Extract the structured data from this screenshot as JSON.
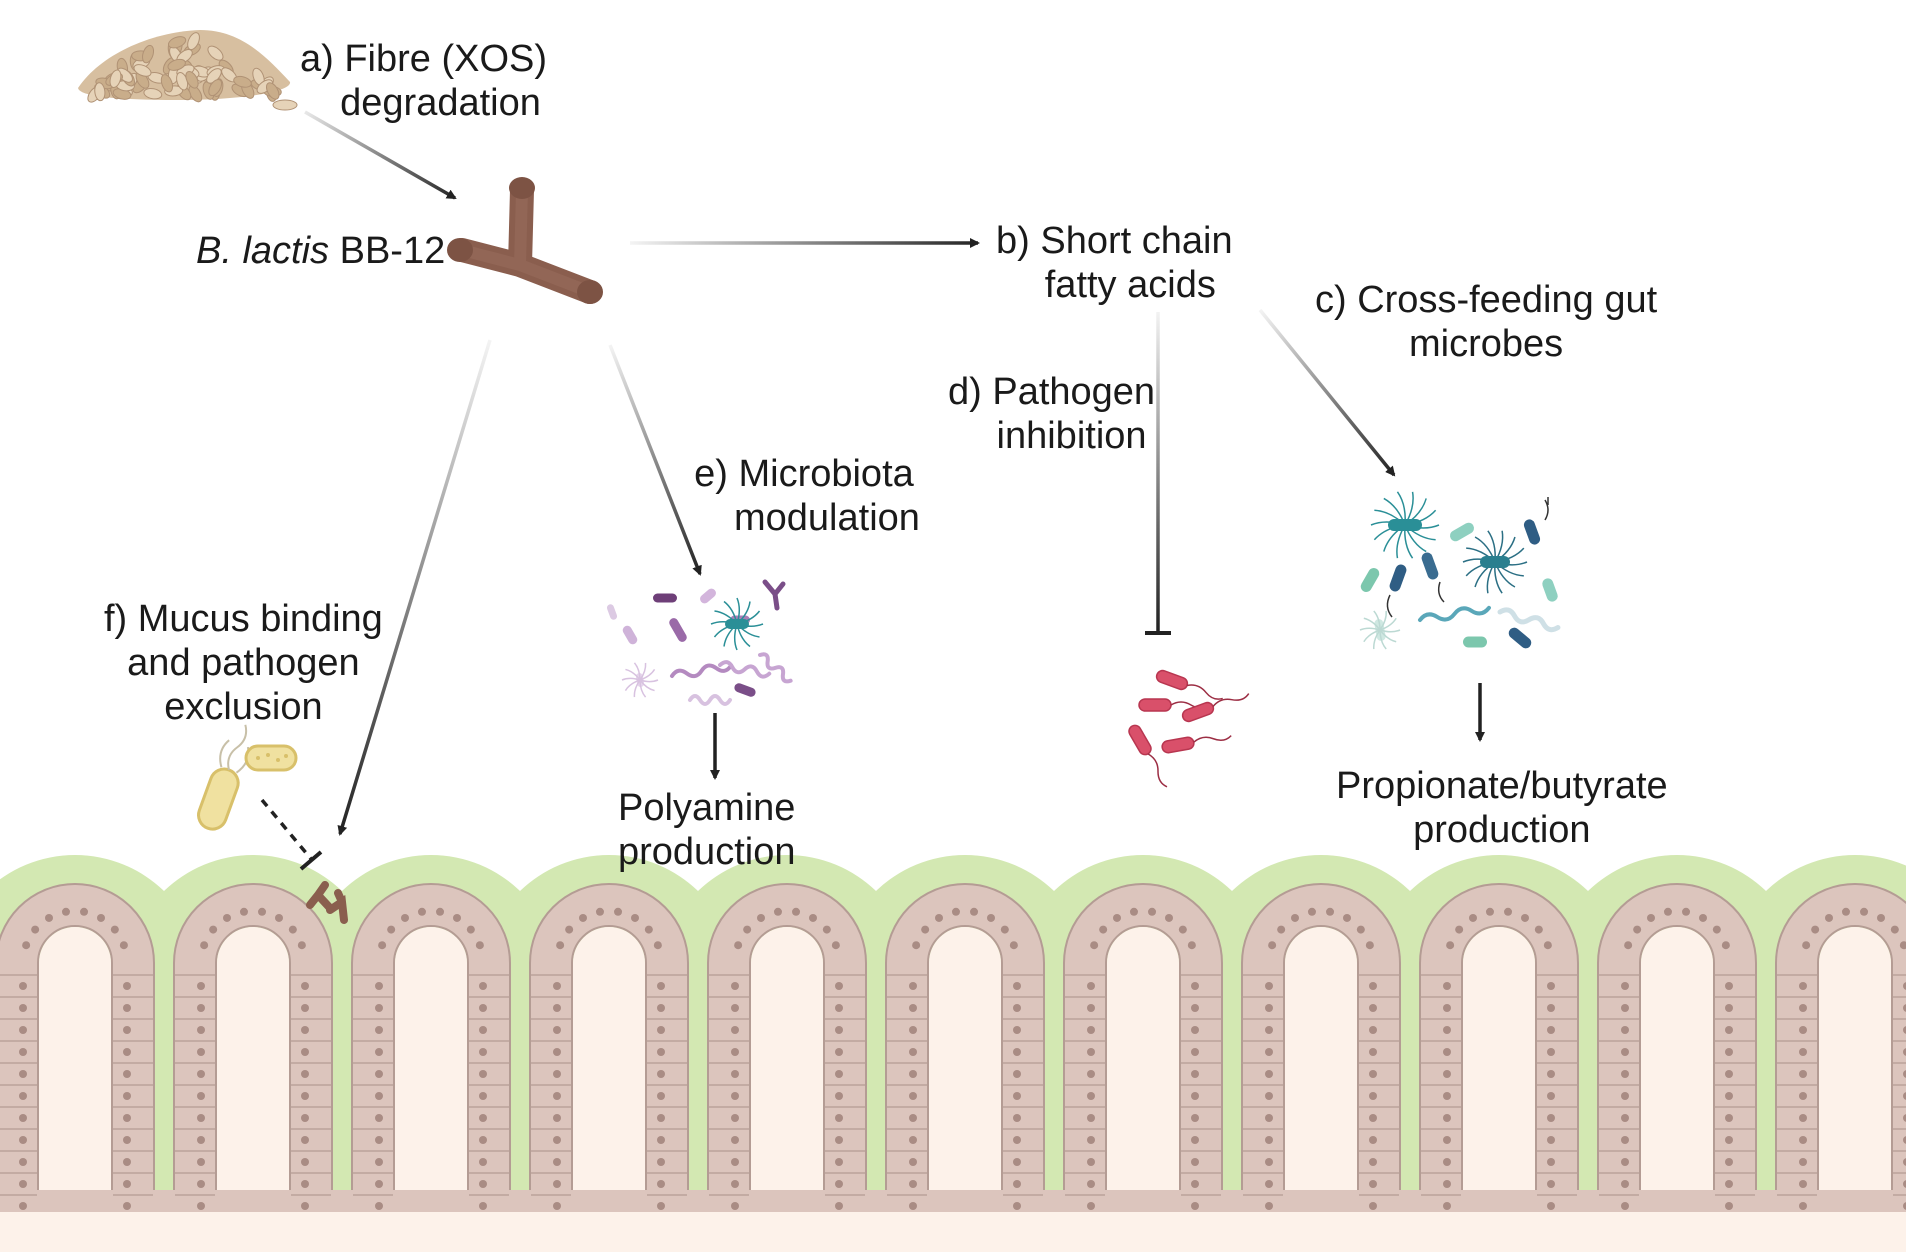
{
  "labels": {
    "a": [
      "a)  Fibre (XOS)",
      "degradation"
    ],
    "organism_italic": "B. lactis",
    "organism_strain": " BB-12",
    "b": [
      "b) Short chain",
      "fatty acids"
    ],
    "c": [
      "c) Cross-feeding gut",
      "microbes"
    ],
    "d": [
      "d) Pathogen",
      "inhibition"
    ],
    "e": [
      "e)  Microbiota",
      "modulation"
    ],
    "f": [
      "f) Mucus binding",
      "and pathogen",
      "exclusion"
    ],
    "polyamine": [
      "Polyamine",
      "production"
    ],
    "propionate": [
      "Propionate/butyrate",
      "production"
    ]
  },
  "colors": {
    "mucus": "#d3e8b2",
    "epithelium": "#dcc5bd",
    "epithelium_line": "#b49c94",
    "nucleus": "#a98c84",
    "lumen_base": "#fdf2ea",
    "bifido": "#8a5e4e",
    "arrow": "#222222",
    "pathogen": "#d9506a",
    "teal": "#2a8f97",
    "purple": "#7a4e88",
    "yellow": "#e8d58a"
  },
  "icons": [
    "grain-pile-icon",
    "bifidobacterium-icon",
    "microbiota-cluster-icon",
    "cross-feeding-cluster-icon",
    "pathogen-cluster-icon",
    "yellow-pathogen-icon"
  ]
}
